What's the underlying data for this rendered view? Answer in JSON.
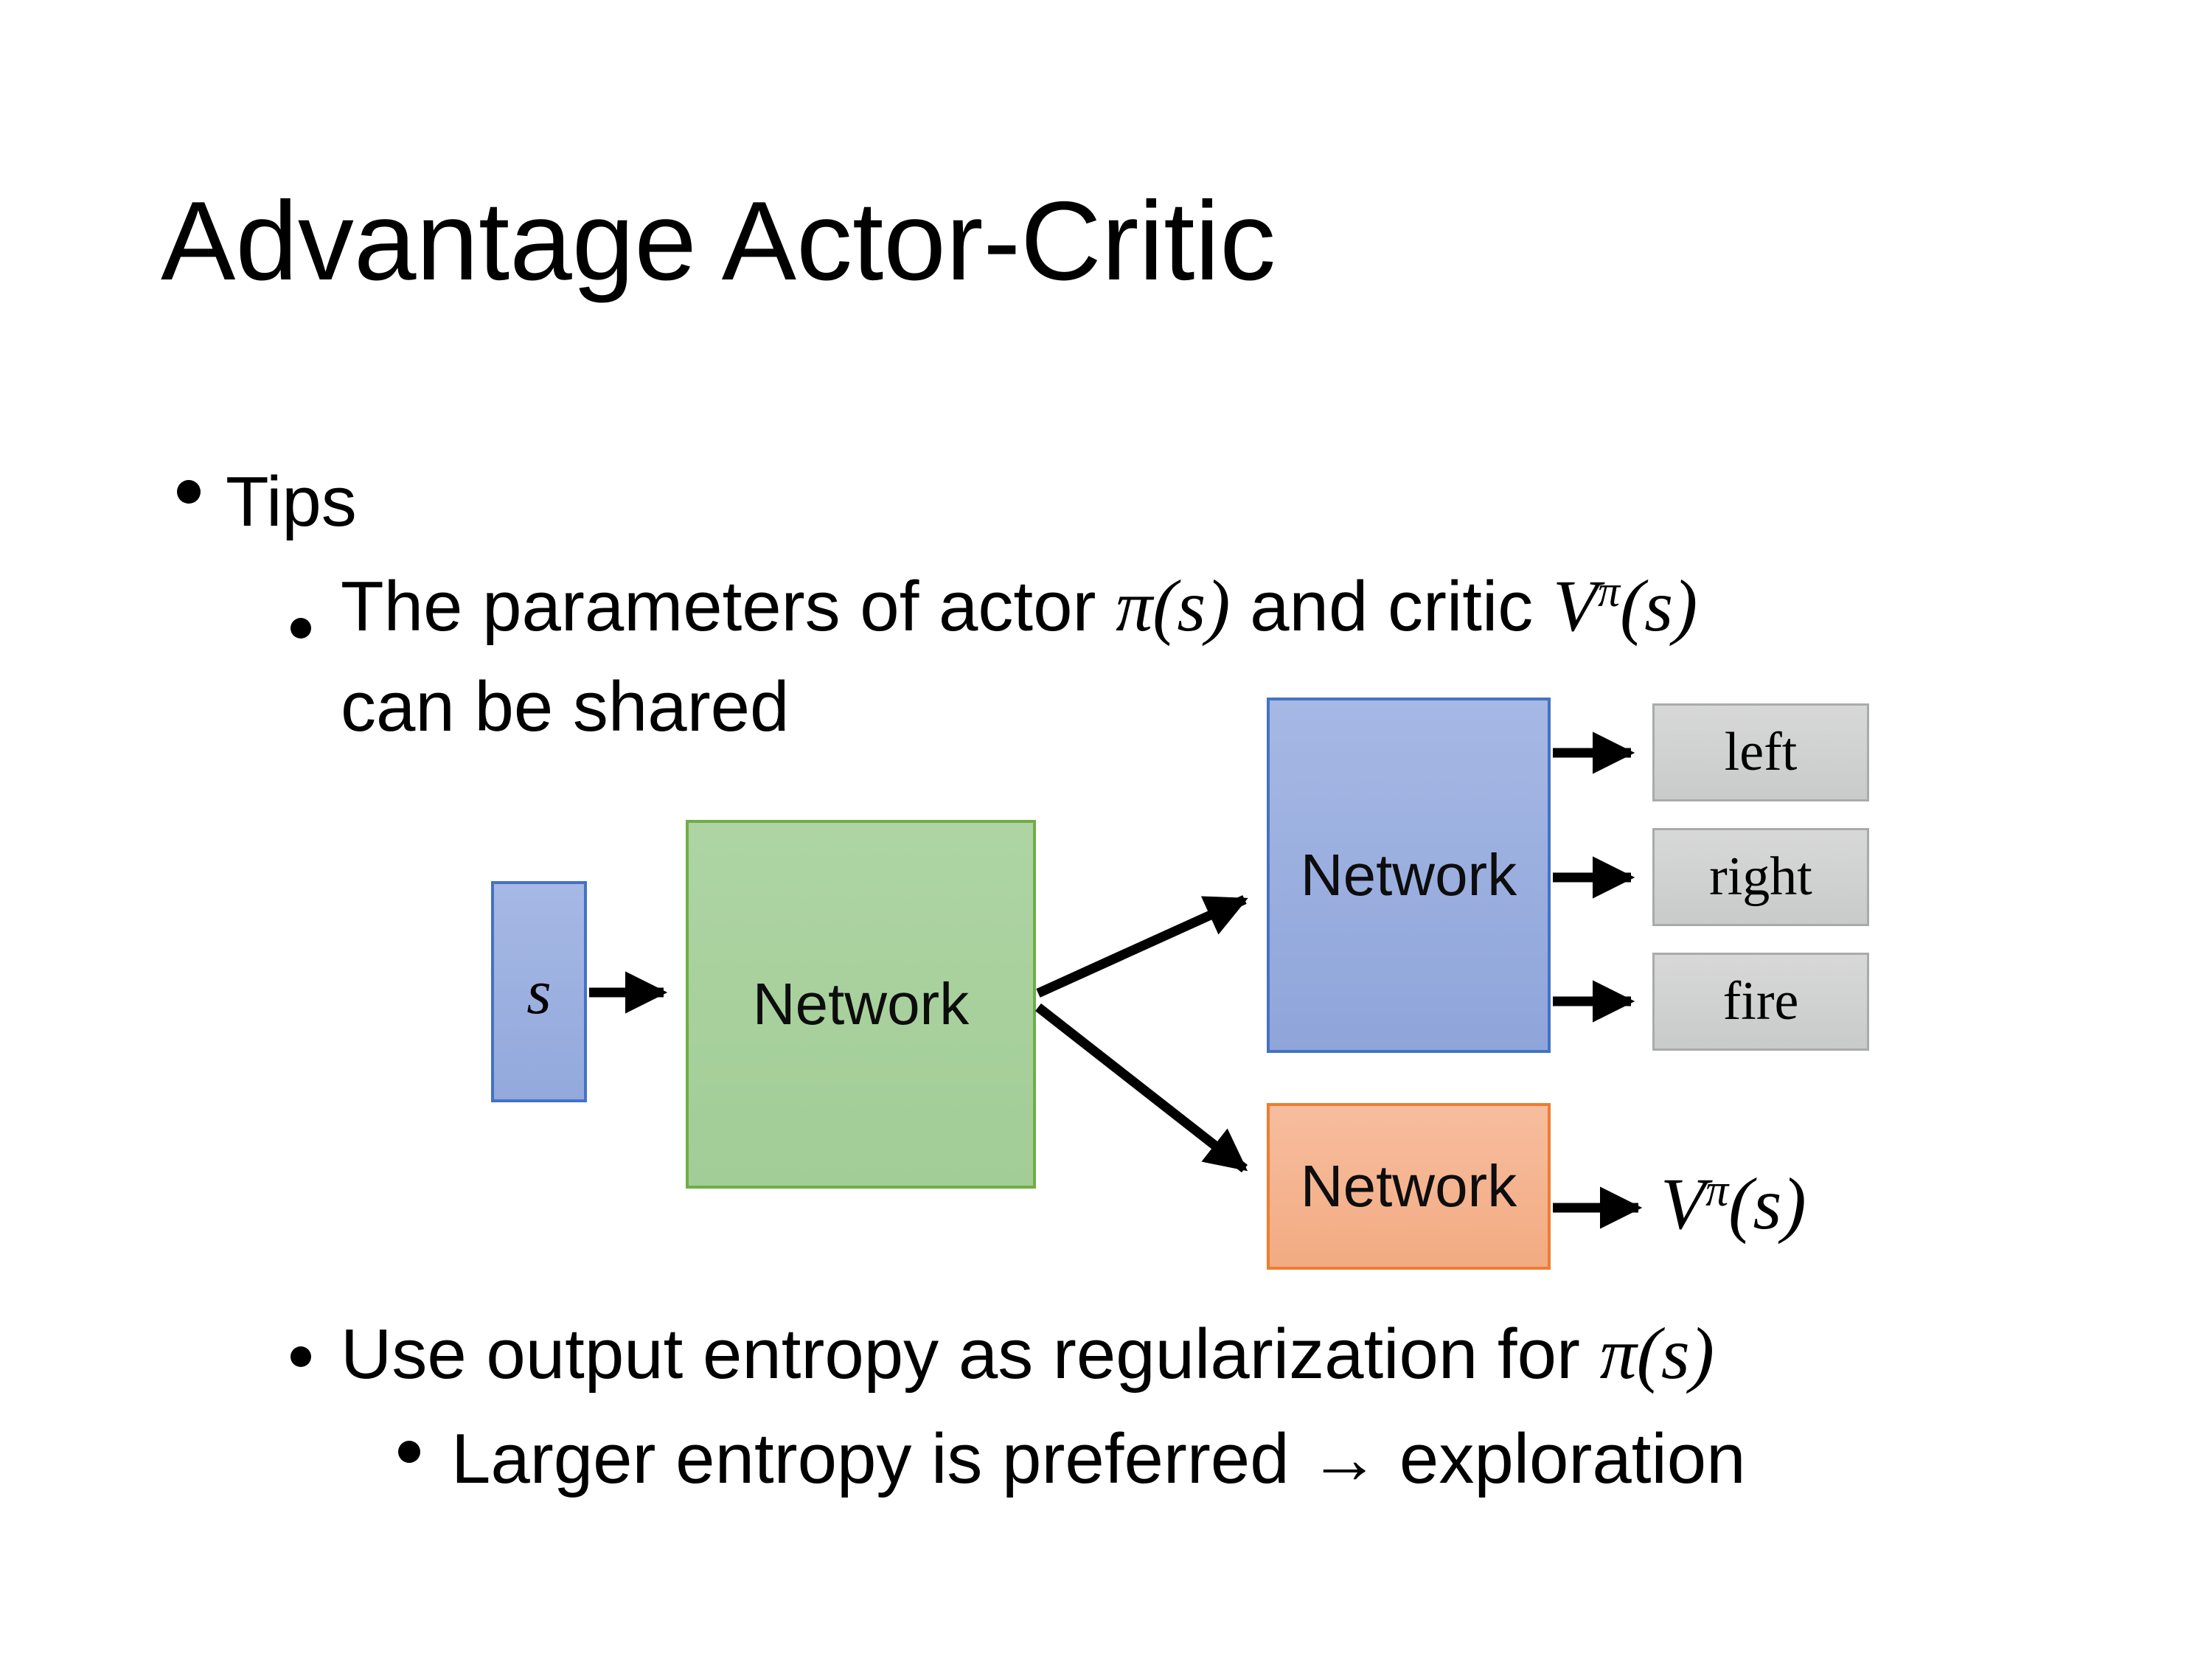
{
  "slide": {
    "title": "Advantage Actor-Critic",
    "bullet_tips": "Tips",
    "bullet_params": {
      "text_before": "The parameters of actor ",
      "actor_math": "π(s)",
      "text_middle": "  and critic ",
      "critic_base": "V",
      "critic_sup": "π",
      "critic_args": "(s)",
      "line2": "can be shared"
    },
    "bullet_entropy": {
      "text_before": "Use output entropy as regularization for ",
      "math": "π(s)"
    },
    "bullet_exploration": "Larger entropy is preferred → exploration"
  },
  "diagram": {
    "state_label": "s",
    "shared_network": "Network",
    "actor_network": "Network",
    "critic_network": "Network",
    "actions": [
      "left",
      "right",
      "fire"
    ],
    "critic_output": {
      "base": "V",
      "sup": "π",
      "args": "(s)"
    },
    "colors": {
      "state_fill": "#9fb3e2",
      "state_border": "#4472c4",
      "shared_fill": "#a9d39f",
      "shared_border": "#70ad47",
      "actor_fill": "#9cb2e1",
      "actor_border": "#4472c4",
      "critic_fill": "#f5b694",
      "critic_border": "#ed7d31",
      "action_fill": "#d0d2d1",
      "action_border": "#a9abaa",
      "arrow": "#000000"
    }
  }
}
